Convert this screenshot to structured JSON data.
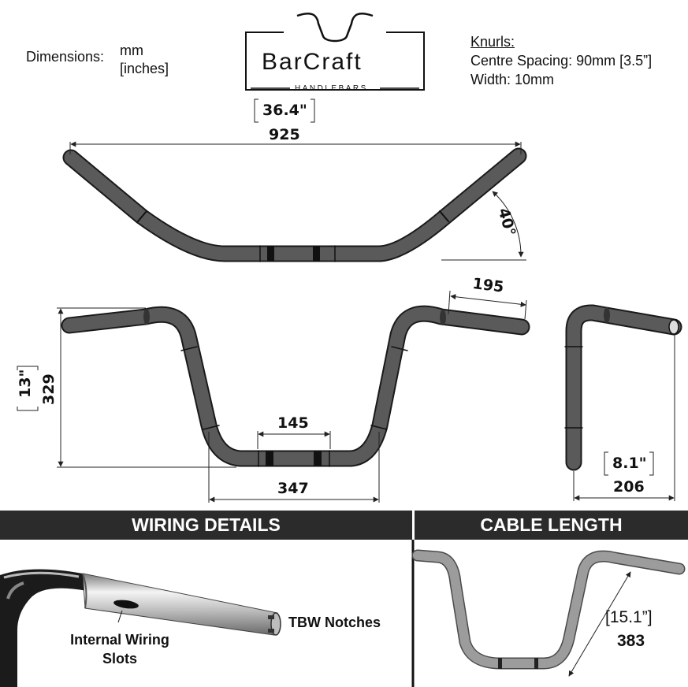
{
  "header": {
    "dimensions_label": "Dimensions:",
    "units_mm": "mm",
    "units_inches": "[inches]"
  },
  "logo": {
    "name": "BarCraft",
    "sub": "HANDLEBARS"
  },
  "knurls": {
    "title": "Knurls:",
    "centre_spacing": "Centre Spacing: 90mm [3.5”]",
    "width": "Width: 10mm"
  },
  "front_view": {
    "width_in": "36.4\"",
    "width_mm": "925",
    "angle": "40°"
  },
  "rear_view": {
    "height_in": "13\"",
    "height_mm": "329",
    "end_length_mm": "195",
    "center_mm": "145",
    "base_mm": "347"
  },
  "side_view": {
    "pullback_in": "8.1\"",
    "pullback_mm": "206"
  },
  "sections": {
    "wiring_title": "WIRING DETAILS",
    "cable_title": "CABLE LENGTH"
  },
  "wiring": {
    "tbw_label": "TBW Notches",
    "internal_label_line1": "Internal Wiring",
    "internal_label_line2": "Slots"
  },
  "cable": {
    "length_in": "[15.1”]",
    "length_mm": "383"
  },
  "colors": {
    "tube": "#5a5a5a",
    "tube_light": "#9c9c9c",
    "chrome": "#d8d8d8",
    "banner": "#2b2b2b"
  }
}
